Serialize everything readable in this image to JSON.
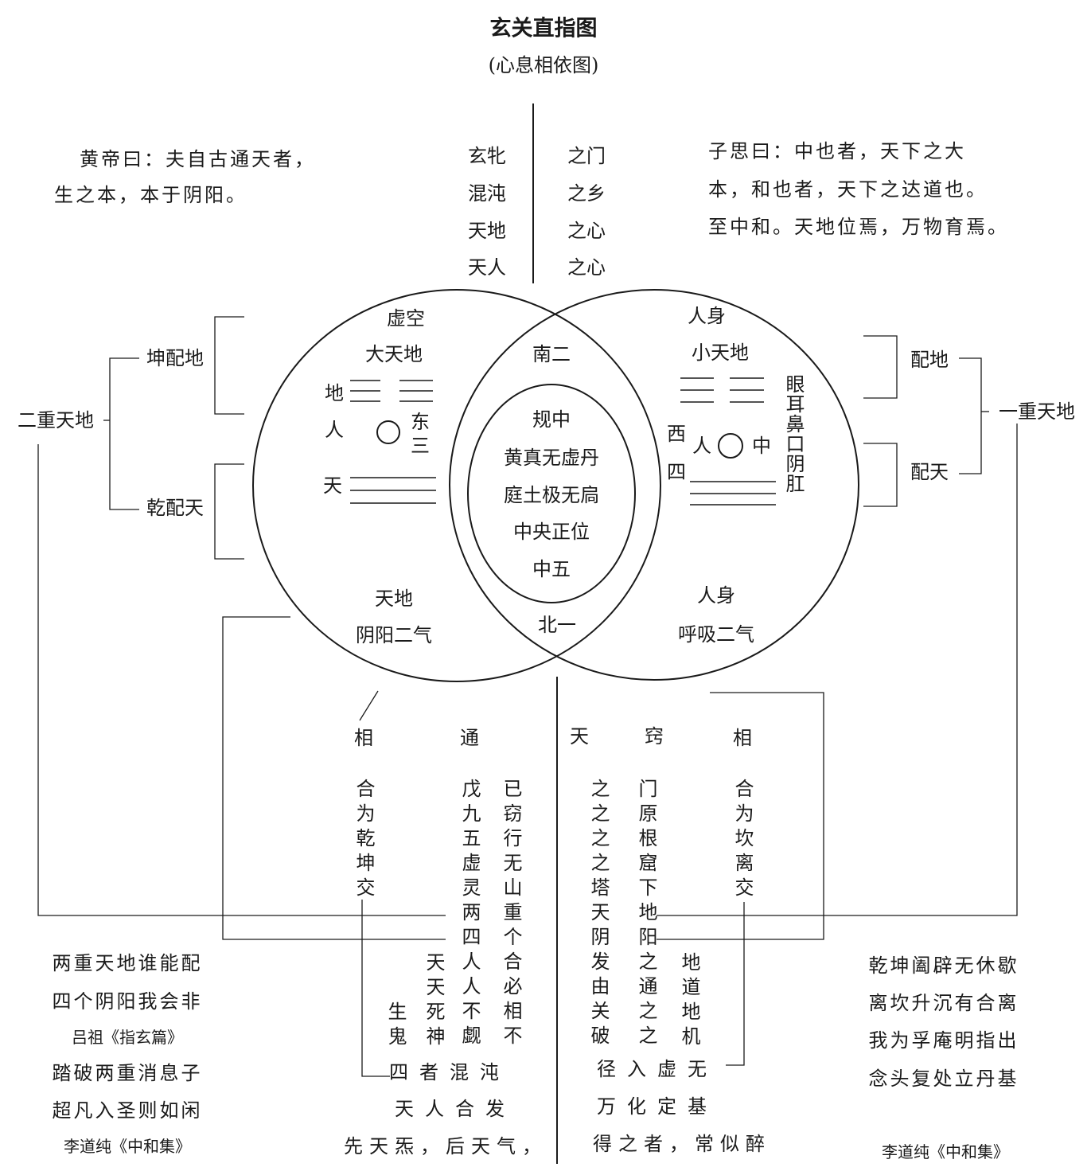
{
  "title": "玄关直指图",
  "subtitle": "(心息相依图)",
  "top_left_quote": [
    "黄帝曰：夫自古通天者，",
    "生之本，本于阴阳。"
  ],
  "top_right_quote": [
    "子思曰：中也者，天下之大",
    "本，和也者，天下之达道也。",
    "至中和。天地位焉，万物育焉。"
  ],
  "top_center_left": [
    "玄牝",
    "混沌",
    "天地",
    "天人"
  ],
  "top_center_right": [
    "之门",
    "之乡",
    "之心",
    "之心"
  ],
  "left_circle": {
    "top": "虚空",
    "sub": "大天地",
    "di": "地",
    "ren": "人",
    "tian": "天",
    "dong": "东",
    "san": "三",
    "bottom1": "天地",
    "bottom2": "阴阳二气"
  },
  "right_circle": {
    "top": "人身",
    "sub": "小天地",
    "xi": "西",
    "si": "四",
    "ren": "人",
    "zhong": "中",
    "organs": "眼耳鼻口阴肛",
    "bottom1": "人身",
    "bottom2": "呼吸二气"
  },
  "center": {
    "south": "南二",
    "lines": [
      "规中",
      "黄真无虚丹",
      "庭土极无扃",
      "中央正位",
      "中五"
    ],
    "north": "北一"
  },
  "left_side": {
    "kun": "坤配地",
    "qian": "乾配天",
    "outer": "二重天地"
  },
  "right_side": {
    "pei_di": "配地",
    "pei_tian": "配天",
    "outer": "一重天地"
  },
  "lower_headers": [
    "相",
    "通",
    "天",
    "窍",
    "相"
  ],
  "lower_columns": {
    "c1": "合为乾坤交",
    "c2": "生鬼",
    "c3": "天天死神",
    "c4": "戊九五虚灵两四人人不觑",
    "c5": "已窃行无山重个合必相不",
    "c6": "之之之之塔天阴发由关破",
    "c7": "门原根窟下地阳之通之之",
    "c8": "地道地机",
    "c9": "合为坎离交"
  },
  "lower_center": {
    "l1": "四者混沌",
    "l2": "天人合发",
    "l3": "先天炁，后天气，",
    "r1": "径入虚无",
    "r2": "万化定基",
    "r3": "得之者，常似醉"
  },
  "left_poem": [
    "两重天地谁能配",
    "四个阴阳我会非",
    "吕祖《指玄篇》",
    "踏破两重消息子",
    "超凡入圣则如闲",
    "李道纯《中和集》"
  ],
  "right_poem": [
    "乾坤阖辟无休歇",
    "离坎升沉有合离",
    "我为孚庵明指出",
    "念头复处立丹基",
    "李道纯《中和集》"
  ]
}
